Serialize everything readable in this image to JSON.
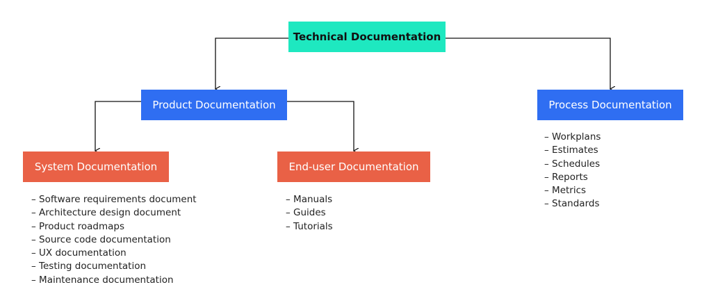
{
  "root": {
    "label": "Technical Documentation"
  },
  "product": {
    "label": "Product Documentation"
  },
  "process": {
    "label": "Process Documentation",
    "items": [
      "– Workplans",
      "– Estimates",
      "– Schedules",
      "– Reports",
      "– Metrics",
      "– Standards"
    ]
  },
  "system": {
    "label": "System Documentation",
    "items": [
      "– Software requirements document",
      "– Architecture design document",
      "– Product roadmaps",
      "– Source code documentation",
      "– UX documentation",
      "– Testing documentation",
      "– Maintenance documentation"
    ]
  },
  "enduser": {
    "label": "End-user Documentation",
    "items": [
      "– Manuals",
      "– Guides",
      "– Tutorials"
    ]
  },
  "colors": {
    "root": "#1ee8c0",
    "blue": "#2f6ef2",
    "red": "#e96146",
    "line": "#111111"
  }
}
